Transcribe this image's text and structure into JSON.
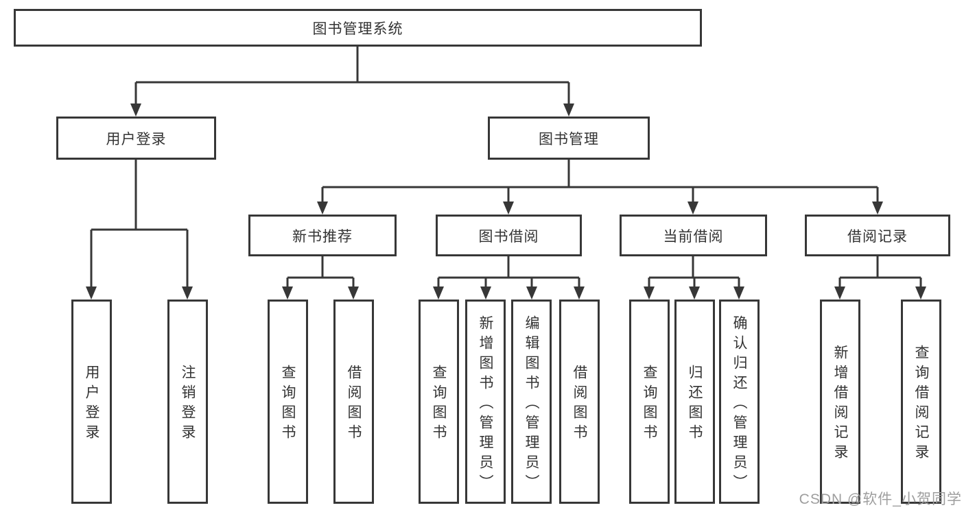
{
  "diagram": {
    "nodes": {
      "root": "图书管理系统",
      "user_login": "用户登录",
      "book_mgmt": "图书管理",
      "new_book_rec": "新书推荐",
      "book_borrow": "图书借阅",
      "current_borrow": "当前借阅",
      "borrow_record": "借阅记录",
      "ul_login": "用户登录",
      "ul_logout": "注销登录",
      "nr_query": "查询图书",
      "nr_borrow": "借阅图书",
      "bb_query": "查询图书",
      "bb_add": "新增图书（管理员）",
      "bb_edit": "编辑图书（管理员）",
      "bb_borrow": "借阅图书",
      "cb_query": "查询图书",
      "cb_return": "归还图书",
      "cb_confirm": "确认归还（管理员）",
      "br_add": "新增借阅记录",
      "br_query": "查询借阅记录"
    },
    "watermark": "CSDN @软件_小贺同学",
    "colors": {
      "line": "#373737",
      "text": "#333333",
      "watermark": "#9e9e9e",
      "background": "#ffffff"
    }
  }
}
